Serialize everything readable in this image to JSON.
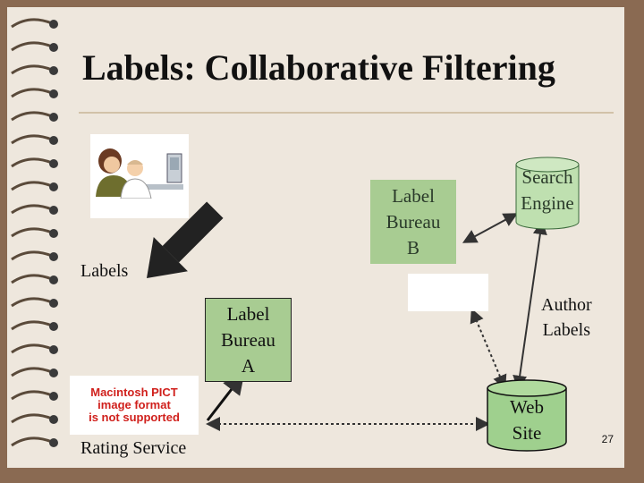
{
  "slide": {
    "title": "Labels: Collaborative Filtering",
    "page_number": "27"
  },
  "nodes": {
    "label_bureau_b": [
      "Label",
      "Bureau",
      "B"
    ],
    "search_engine": [
      "Search",
      "Engine"
    ],
    "label_bureau_a": [
      "Label",
      "Bureau",
      "A"
    ],
    "web_site": [
      "Web",
      "Site"
    ]
  },
  "labels": {
    "labels": "Labels",
    "author_labels": [
      "Author",
      "Labels"
    ],
    "rating_service": "Rating Service"
  },
  "placeholder_image": {
    "lines": [
      "Macintosh PICT",
      "image format",
      "is not supported"
    ]
  },
  "colors": {
    "slide_bg": "#eee7dd",
    "frame": "#8a6a52",
    "bureau_fill": "#a8cc92",
    "engine_fill": "#bfe0b0",
    "site_fill": "#9fd08e",
    "placeholder_text": "#d0201c"
  }
}
